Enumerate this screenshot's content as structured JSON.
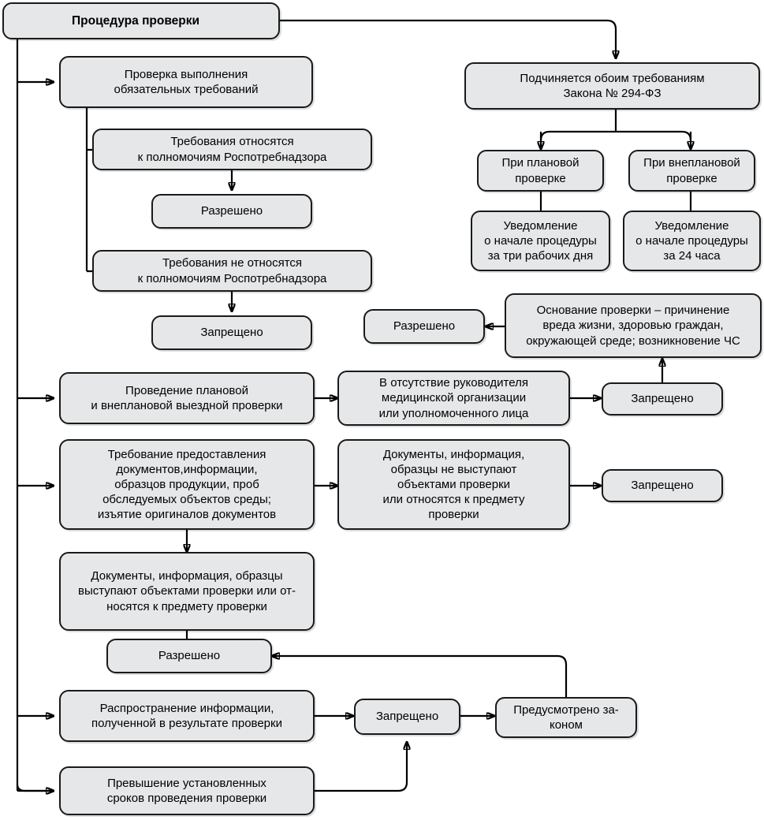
{
  "diagram": {
    "title": "Процедура проверки",
    "language": "ru",
    "palette": {
      "node_fill": "#e6e7e8",
      "node_stroke": "#1a1a1a",
      "page_background": "#ffffff",
      "text": "#000000"
    }
  },
  "nodes": {
    "title": "Процедура проверки",
    "check_fulfillment": "Проверка выполнения\nобязательных требований",
    "requirements_belong": "Требования относятся\nк полномочиям Роспотребнадзора",
    "allowed_1": "Разрешено",
    "requirements_not_belong": "Требования не относятся\nк полномочиям Роспотребнадзора",
    "forbidden_1": "Запрещено",
    "subject_both": "Подчиняется обоим требованиям\nЗакона № 294-ФЗ",
    "planned_check": "При плановой\nпроверке",
    "unplanned_check": "При внеплановой\nпроверке",
    "notice_three_days": "Уведомление\nо начале процедуры\nза три рабочих дня",
    "notice_24_hours": "Уведомление\nо начале процедуры\nза 24 часа",
    "allowed_2": "Разрешено",
    "basis_of_check": "Основание проверки – причинение\nвреда жизни, здоровью граждан,\nокружающей среде; возникновение ЧС",
    "conduct_checks": "Проведение плановой\nи внеплановой выездной проверки",
    "absence_of_head": "В отсутствие руководителя\nмедицинской организации\nили уполномоченного лица",
    "forbidden_2": "Запрещено",
    "demand_documents": "Требование предоставления\nдокументов,информации,\nобразцов продукции, проб\nобследуемых объектов среды;\nизъятие оригиналов документов",
    "docs_not_objects": "Документы, информация,\nобразцы не выступают\nобъектами проверки\nили относятся к предмету\nпроверки",
    "forbidden_3": "Запрещено",
    "docs_are_objects": "Документы, информация, образцы\nвыступают объектами проверки или от-\nносятся к предмету проверки",
    "allowed_3": "Разрешено",
    "spread_info": "Распространение информации,\nполученной в результате проверки",
    "forbidden_4": "Запрещено",
    "provided_by_law": "Предусмотрено за-\nконом",
    "exceed_terms": "Превышение установленных\nсроков проведения проверки"
  }
}
